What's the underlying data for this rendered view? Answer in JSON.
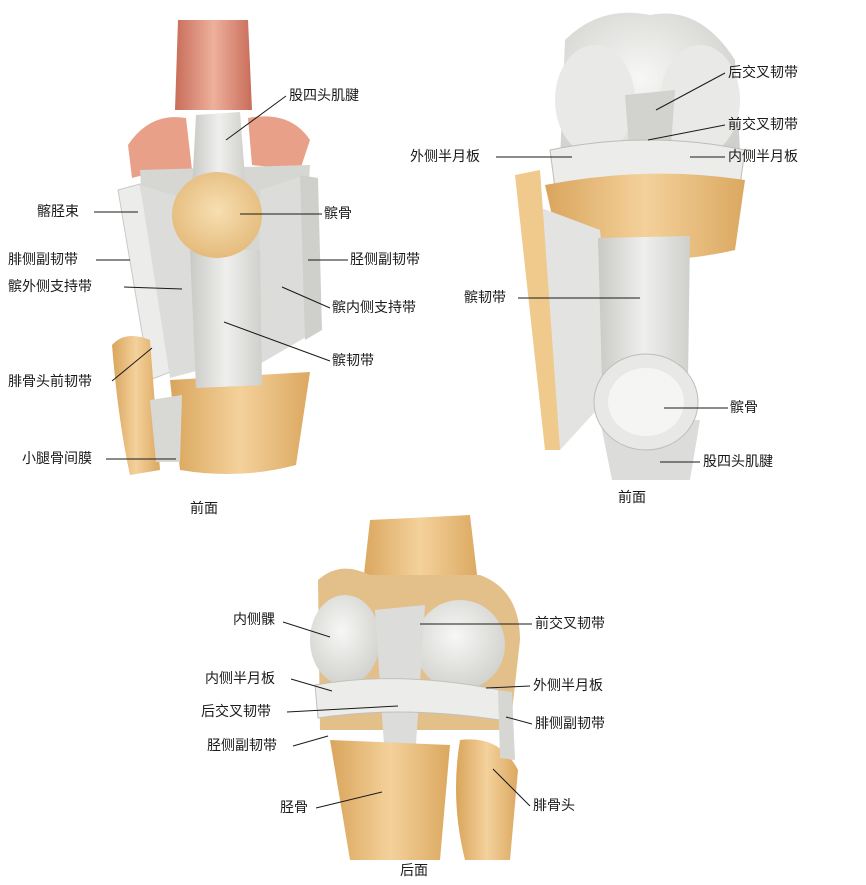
{
  "views": [
    {
      "id": "anterior",
      "caption": "前面",
      "labels": [
        {
          "id": "quadriceps-tendon",
          "text": "股四头肌腱"
        },
        {
          "id": "iliotibial-tract",
          "text": "髂胫束"
        },
        {
          "id": "patella",
          "text": "髌骨"
        },
        {
          "id": "fibular-collateral-ligament",
          "text": "腓侧副韧带"
        },
        {
          "id": "tibial-collateral-ligament",
          "text": "胫侧副韧带"
        },
        {
          "id": "lateral-patellar-retinaculum",
          "text": "髌外侧支持带"
        },
        {
          "id": "medial-patellar-retinaculum",
          "text": "髌内侧支持带"
        },
        {
          "id": "patellar-ligament",
          "text": "髌韧带"
        },
        {
          "id": "anterior-ligament-fibular-head",
          "text": "腓骨头前韧带"
        },
        {
          "id": "interosseous-membrane",
          "text": "小腿骨间膜"
        }
      ]
    },
    {
      "id": "anterior-flexed",
      "caption": "前面",
      "labels": [
        {
          "id": "posterior-cruciate-ligament",
          "text": "后交叉韧带"
        },
        {
          "id": "anterior-cruciate-ligament",
          "text": "前交叉韧带"
        },
        {
          "id": "lateral-meniscus",
          "text": "外侧半月板"
        },
        {
          "id": "medial-meniscus",
          "text": "内侧半月板"
        },
        {
          "id": "patellar-ligament",
          "text": "髌韧带"
        },
        {
          "id": "patella",
          "text": "髌骨"
        },
        {
          "id": "quadriceps-tendon",
          "text": "股四头肌腱"
        }
      ]
    },
    {
      "id": "posterior",
      "caption": "后面",
      "labels": [
        {
          "id": "medial-condyle",
          "text": "内侧髁"
        },
        {
          "id": "anterior-cruciate-ligament",
          "text": "前交叉韧带"
        },
        {
          "id": "medial-meniscus",
          "text": "内侧半月板"
        },
        {
          "id": "lateral-meniscus",
          "text": "外侧半月板"
        },
        {
          "id": "posterior-cruciate-ligament",
          "text": "后交叉韧带"
        },
        {
          "id": "fibular-collateral-ligament",
          "text": "腓侧副韧带"
        },
        {
          "id": "tibial-collateral-ligament",
          "text": "胫侧副韧带"
        },
        {
          "id": "tibia",
          "text": "胫骨"
        },
        {
          "id": "fibular-head",
          "text": "腓骨头"
        }
      ]
    }
  ],
  "colors": {
    "bone": "#f0c98c",
    "bone_shade": "#d9a55c",
    "ligament": "#e3e3e1",
    "ligament_shade": "#c9c9c6",
    "cartilage": "#f2f2f0",
    "muscle": "#e8a089",
    "muscle_dark": "#c86d5a",
    "leader_line": "#1a1a1a"
  }
}
